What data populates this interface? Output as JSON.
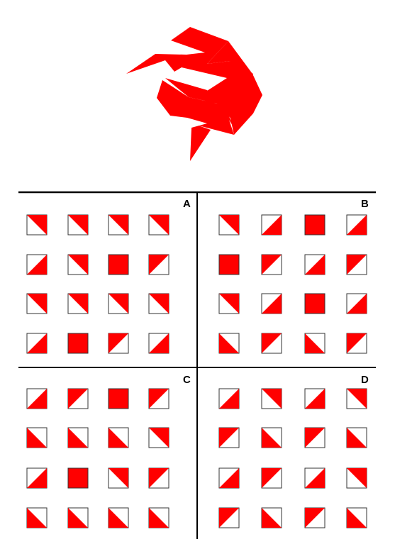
{
  "colors": {
    "fill": "#ff0000",
    "line": "#000000",
    "tile_border": "#333333",
    "background": "#ffffff"
  },
  "quadrants": [
    {
      "label": "A",
      "tiles": [
        [
          "tr",
          "tr",
          "tr",
          "tr"
        ],
        [
          "br",
          "tr",
          "full",
          "tl"
        ],
        [
          "tr",
          "tr",
          "tr",
          "tr"
        ],
        [
          "br",
          "full",
          "tl",
          "br"
        ]
      ]
    },
    {
      "label": "B",
      "tiles": [
        [
          "tr",
          "br",
          "full",
          "br"
        ],
        [
          "full",
          "tl",
          "br",
          "tl"
        ],
        [
          "tr",
          "br",
          "full",
          "br"
        ],
        [
          "bl",
          "tl",
          "bl",
          "tl"
        ]
      ]
    },
    {
      "label": "C",
      "tiles": [
        [
          "br",
          "tl",
          "full",
          "tl"
        ],
        [
          "bl",
          "bl",
          "bl",
          "tr"
        ],
        [
          "br",
          "full",
          "tr",
          "tl"
        ],
        [
          "bl",
          "bl",
          "bl",
          "bl"
        ]
      ]
    },
    {
      "label": "D",
      "tiles": [
        [
          "br",
          "tr",
          "br",
          "tr"
        ],
        [
          "tl",
          "bl",
          "tl",
          "bl"
        ],
        [
          "br",
          "tl",
          "br",
          "tr"
        ],
        [
          "tl",
          "bl",
          "tl",
          "bl"
        ]
      ]
    }
  ]
}
